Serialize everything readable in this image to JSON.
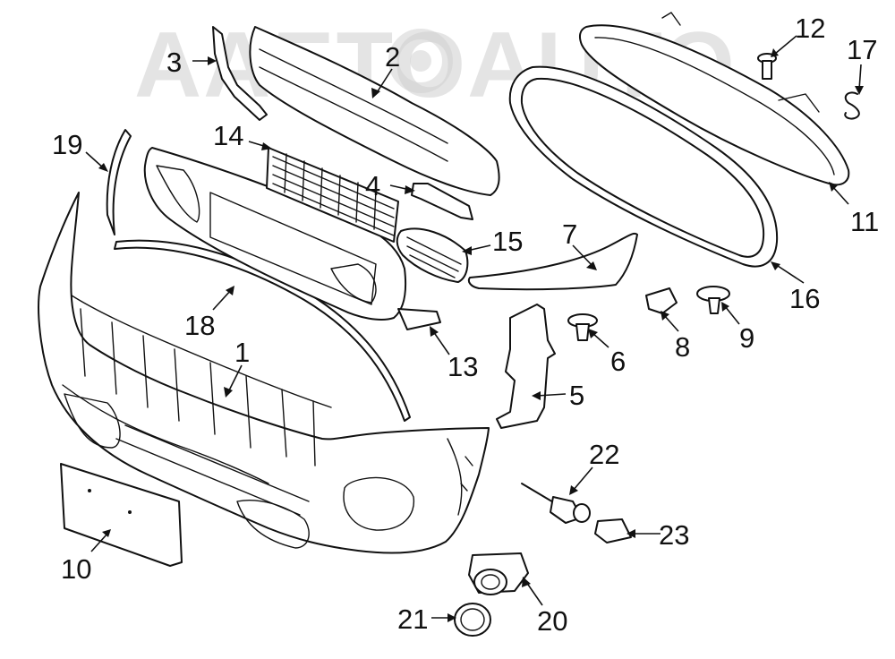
{
  "watermark": {
    "text": "AAETOAUTO"
  },
  "callouts": [
    {
      "id": "1",
      "part": "bumper-cover"
    },
    {
      "id": "2",
      "part": "upper-reinforcement"
    },
    {
      "id": "3",
      "part": "side-bracket"
    },
    {
      "id": "4",
      "part": "small-bracket"
    },
    {
      "id": "5",
      "part": "side-support-bracket"
    },
    {
      "id": "6",
      "part": "push-clip"
    },
    {
      "id": "7",
      "part": "lower-trim-strip"
    },
    {
      "id": "8",
      "part": "retainer-clip"
    },
    {
      "id": "9",
      "part": "rivet-clip"
    },
    {
      "id": "10",
      "part": "license-plate-bracket"
    },
    {
      "id": "11",
      "part": "grille-housing"
    },
    {
      "id": "12",
      "part": "screw"
    },
    {
      "id": "13",
      "part": "lower-grille"
    },
    {
      "id": "14",
      "part": "center-grille-insert"
    },
    {
      "id": "15",
      "part": "small-grille-insert"
    },
    {
      "id": "16",
      "part": "grille-surround-trim"
    },
    {
      "id": "17",
      "part": "s-badge"
    },
    {
      "id": "18",
      "part": "lower-molding-strip"
    },
    {
      "id": "19",
      "part": "side-molding-strip"
    },
    {
      "id": "20",
      "part": "park-sensor"
    },
    {
      "id": "21",
      "part": "sensor-ring"
    },
    {
      "id": "22",
      "part": "temperature-sensor"
    },
    {
      "id": "23",
      "part": "connector"
    }
  ],
  "colors": {
    "line": "#111111",
    "background": "#ffffff",
    "watermark": "#cfcfcf"
  }
}
